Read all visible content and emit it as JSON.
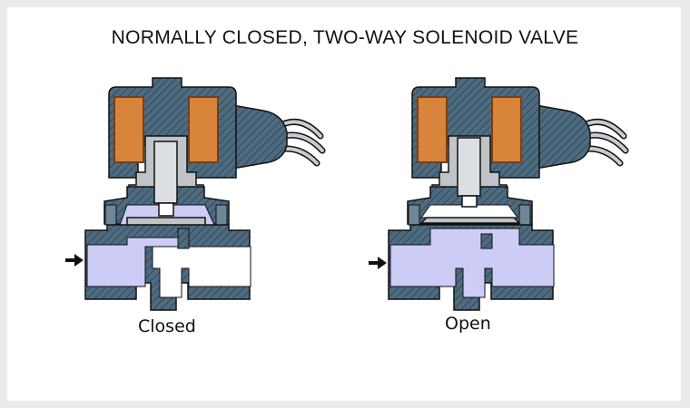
{
  "title": "NORMALLY CLOSED, TWO-WAY SOLENOID VALVE",
  "valves": [
    {
      "state": "Closed",
      "plunger_lifted": false
    },
    {
      "state": "Open",
      "plunger_lifted": true
    }
  ],
  "colors": {
    "body": "#4e6b7f",
    "hatch": "#2f4a5c",
    "coil": "#d8843a",
    "coil_edge": "#7a3f12",
    "fluid": "#ccccf6",
    "insert": "#c0c4c8",
    "wire": "#c8ccd0",
    "outline": "#111111",
    "background": "#ffffff",
    "frame": "#ebebeb"
  },
  "icons": [
    "flow-direction-arrow-icon"
  ]
}
